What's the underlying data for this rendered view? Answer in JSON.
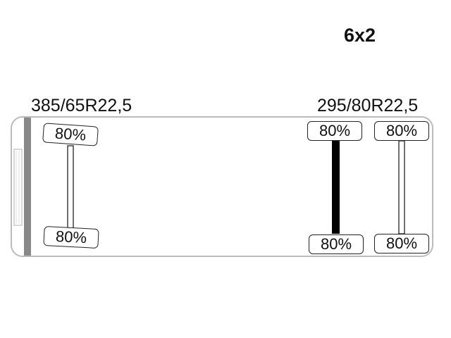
{
  "config": {
    "label": "6x2"
  },
  "tire_sizes": {
    "front": "385/65R22,5",
    "rear": "295/80R22,5"
  },
  "axles": [
    {
      "name": "front-axle",
      "driven": false,
      "tires": [
        {
          "position": "left",
          "pressure": "80%"
        },
        {
          "position": "right",
          "pressure": "80%"
        }
      ]
    },
    {
      "name": "drive-axle",
      "driven": true,
      "tires": [
        {
          "position": "left",
          "pressure": "80%"
        },
        {
          "position": "right",
          "pressure": "80%"
        }
      ]
    },
    {
      "name": "tag-axle",
      "driven": false,
      "tires": [
        {
          "position": "left",
          "pressure": "80%"
        },
        {
          "position": "right",
          "pressure": "80%"
        }
      ]
    }
  ],
  "colors": {
    "outline": "#222222",
    "driven_axle": "#000000",
    "frame": "#bbbbbb"
  }
}
